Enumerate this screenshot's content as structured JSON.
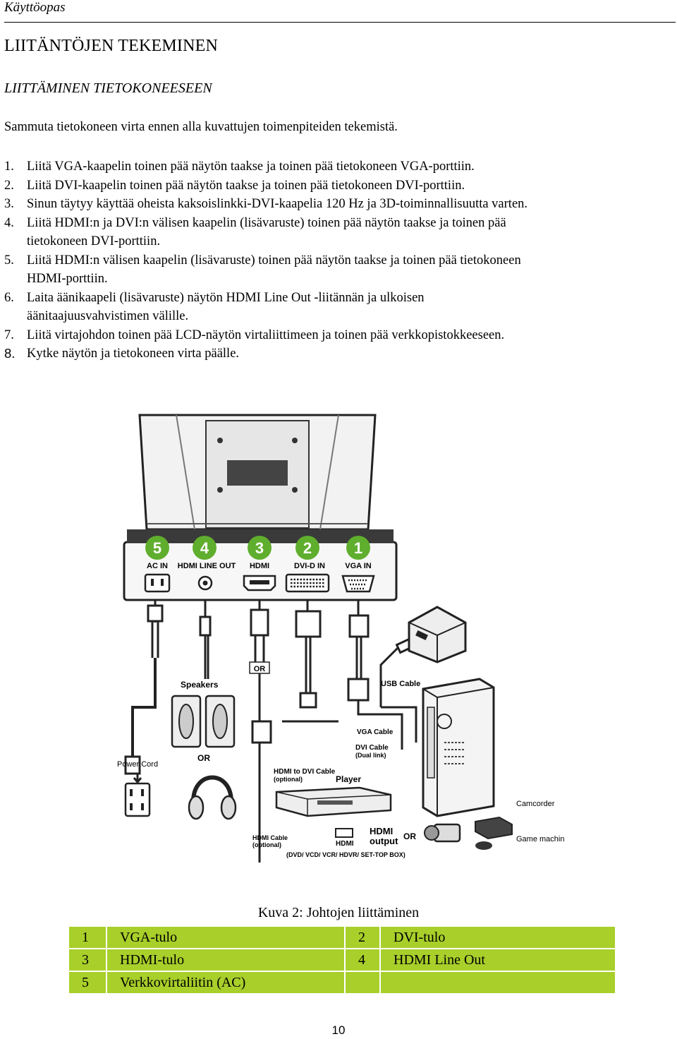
{
  "header": {
    "title": "Käyttöopas"
  },
  "heading": "LIITÄNTÖJEN TEKEMINEN",
  "subheading": "LIITTÄMINEN TIETOKONEESEEN",
  "intro": "Sammuta tietokoneen virta ennen alla kuvattujen toimenpiteiden tekemistä.",
  "steps": [
    {
      "num": "1.",
      "lines": [
        "Liitä VGA-kaapelin toinen pää näytön taakse ja toinen pää tietokoneen VGA-porttiin."
      ]
    },
    {
      "num": "2.",
      "lines": [
        "Liitä DVI-kaapelin toinen pää näytön taakse ja toinen pää tietokoneen DVI-porttiin."
      ]
    },
    {
      "num": "3.",
      "lines": [
        "Sinun täytyy käyttää oheista kaksoislinkki-DVI-kaapelia 120 Hz ja 3D-toiminnallisuutta varten."
      ]
    },
    {
      "num": "4.",
      "lines": [
        "Liitä HDMI:n ja DVI:n välisen kaapelin (lisävaruste) toinen pää näytön taakse ja toinen pää",
        "tietokoneen DVI-porttiin."
      ]
    },
    {
      "num": "5.",
      "lines": [
        "Liitä HDMI:n välisen kaapelin (lisävaruste) toinen pää näytön taakse ja toinen pää tietokoneen",
        "HDMI-porttiin."
      ]
    },
    {
      "num": "6.",
      "lines": [
        "Laita äänikaapeli (lisävaruste) näytön HDMI Line Out -liitännän ja ulkoisen",
        "äänitaajuusvahvistimen välille."
      ]
    },
    {
      "num": "7.",
      "lines": [
        "Liitä virtajohdon toinen pää LCD-näytön virtaliittimeen ja toinen pää verkkopistokkeeseen."
      ]
    },
    {
      "num": "8.",
      "lines": [
        "Kytke näytön ja tietokoneen virta päälle."
      ]
    }
  ],
  "diagram": {
    "ports": [
      {
        "num": "5",
        "label": "AC IN"
      },
      {
        "num": "4",
        "label": "HDMI LINE OUT"
      },
      {
        "num": "3",
        "label": "HDMI"
      },
      {
        "num": "2",
        "label": "DVI-D IN"
      },
      {
        "num": "1",
        "label": "VGA IN"
      }
    ],
    "labels": {
      "speakers": "Speakers",
      "or": "OR",
      "power_cord": "Power Cord",
      "usb_cable": "USB Cable",
      "vga_cable": "VGA Cable",
      "dvi_cable": "DVI Cable",
      "dvi_cable_sub": "(Dual link)",
      "hdmi_to_dvi": "HDMI to DVI Cable",
      "optional": "(optional)",
      "player": "Player",
      "camcorder": "Camcorder",
      "game_machine": "Game machine",
      "hdmi_cable": "HDMI Cable",
      "hdmi": "HDMI",
      "hdmi_output_1": "HDMI",
      "hdmi_output_2": "output",
      "devices": "(DVD/ VCD/ VCR/ HDVR/ SET-TOP BOX)"
    },
    "accent_color": "#5fae2e"
  },
  "caption": "Kuva 2: Johtojen liittäminen",
  "legend": [
    [
      "1",
      "VGA-tulo",
      "2",
      "DVI-tulo"
    ],
    [
      "3",
      "HDMI-tulo",
      "4",
      "HDMI Line Out"
    ],
    [
      "5",
      "Verkkovirtaliitin (AC)",
      "",
      ""
    ]
  ],
  "legend_color": "#a8cf2a",
  "page_number": "10"
}
